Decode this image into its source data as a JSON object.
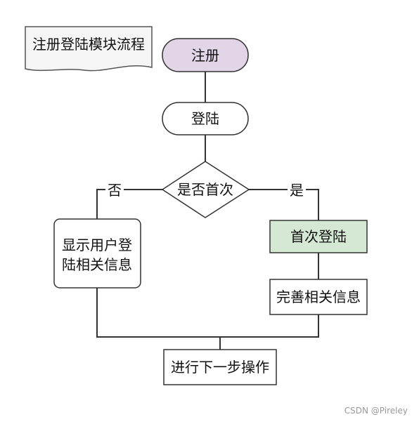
{
  "diagram": {
    "title": "注册登陆模块流程",
    "nodes": {
      "register": "注册",
      "login": "登陆",
      "decision": "是否首次",
      "show_info_line1": "显示用户登",
      "show_info_line2": "陆相关信息",
      "first_login": "首次登陆",
      "complete_info": "完善相关信息",
      "next_step": "进行下一步操作"
    },
    "edges": {
      "no_label": "否",
      "yes_label": "是"
    },
    "colors": {
      "register_fill": "#e1d5e7",
      "first_login_fill": "#d5e8d4",
      "default_fill": "#ffffff",
      "stroke": "#333333"
    }
  },
  "watermark": "CSDN @Pireley"
}
